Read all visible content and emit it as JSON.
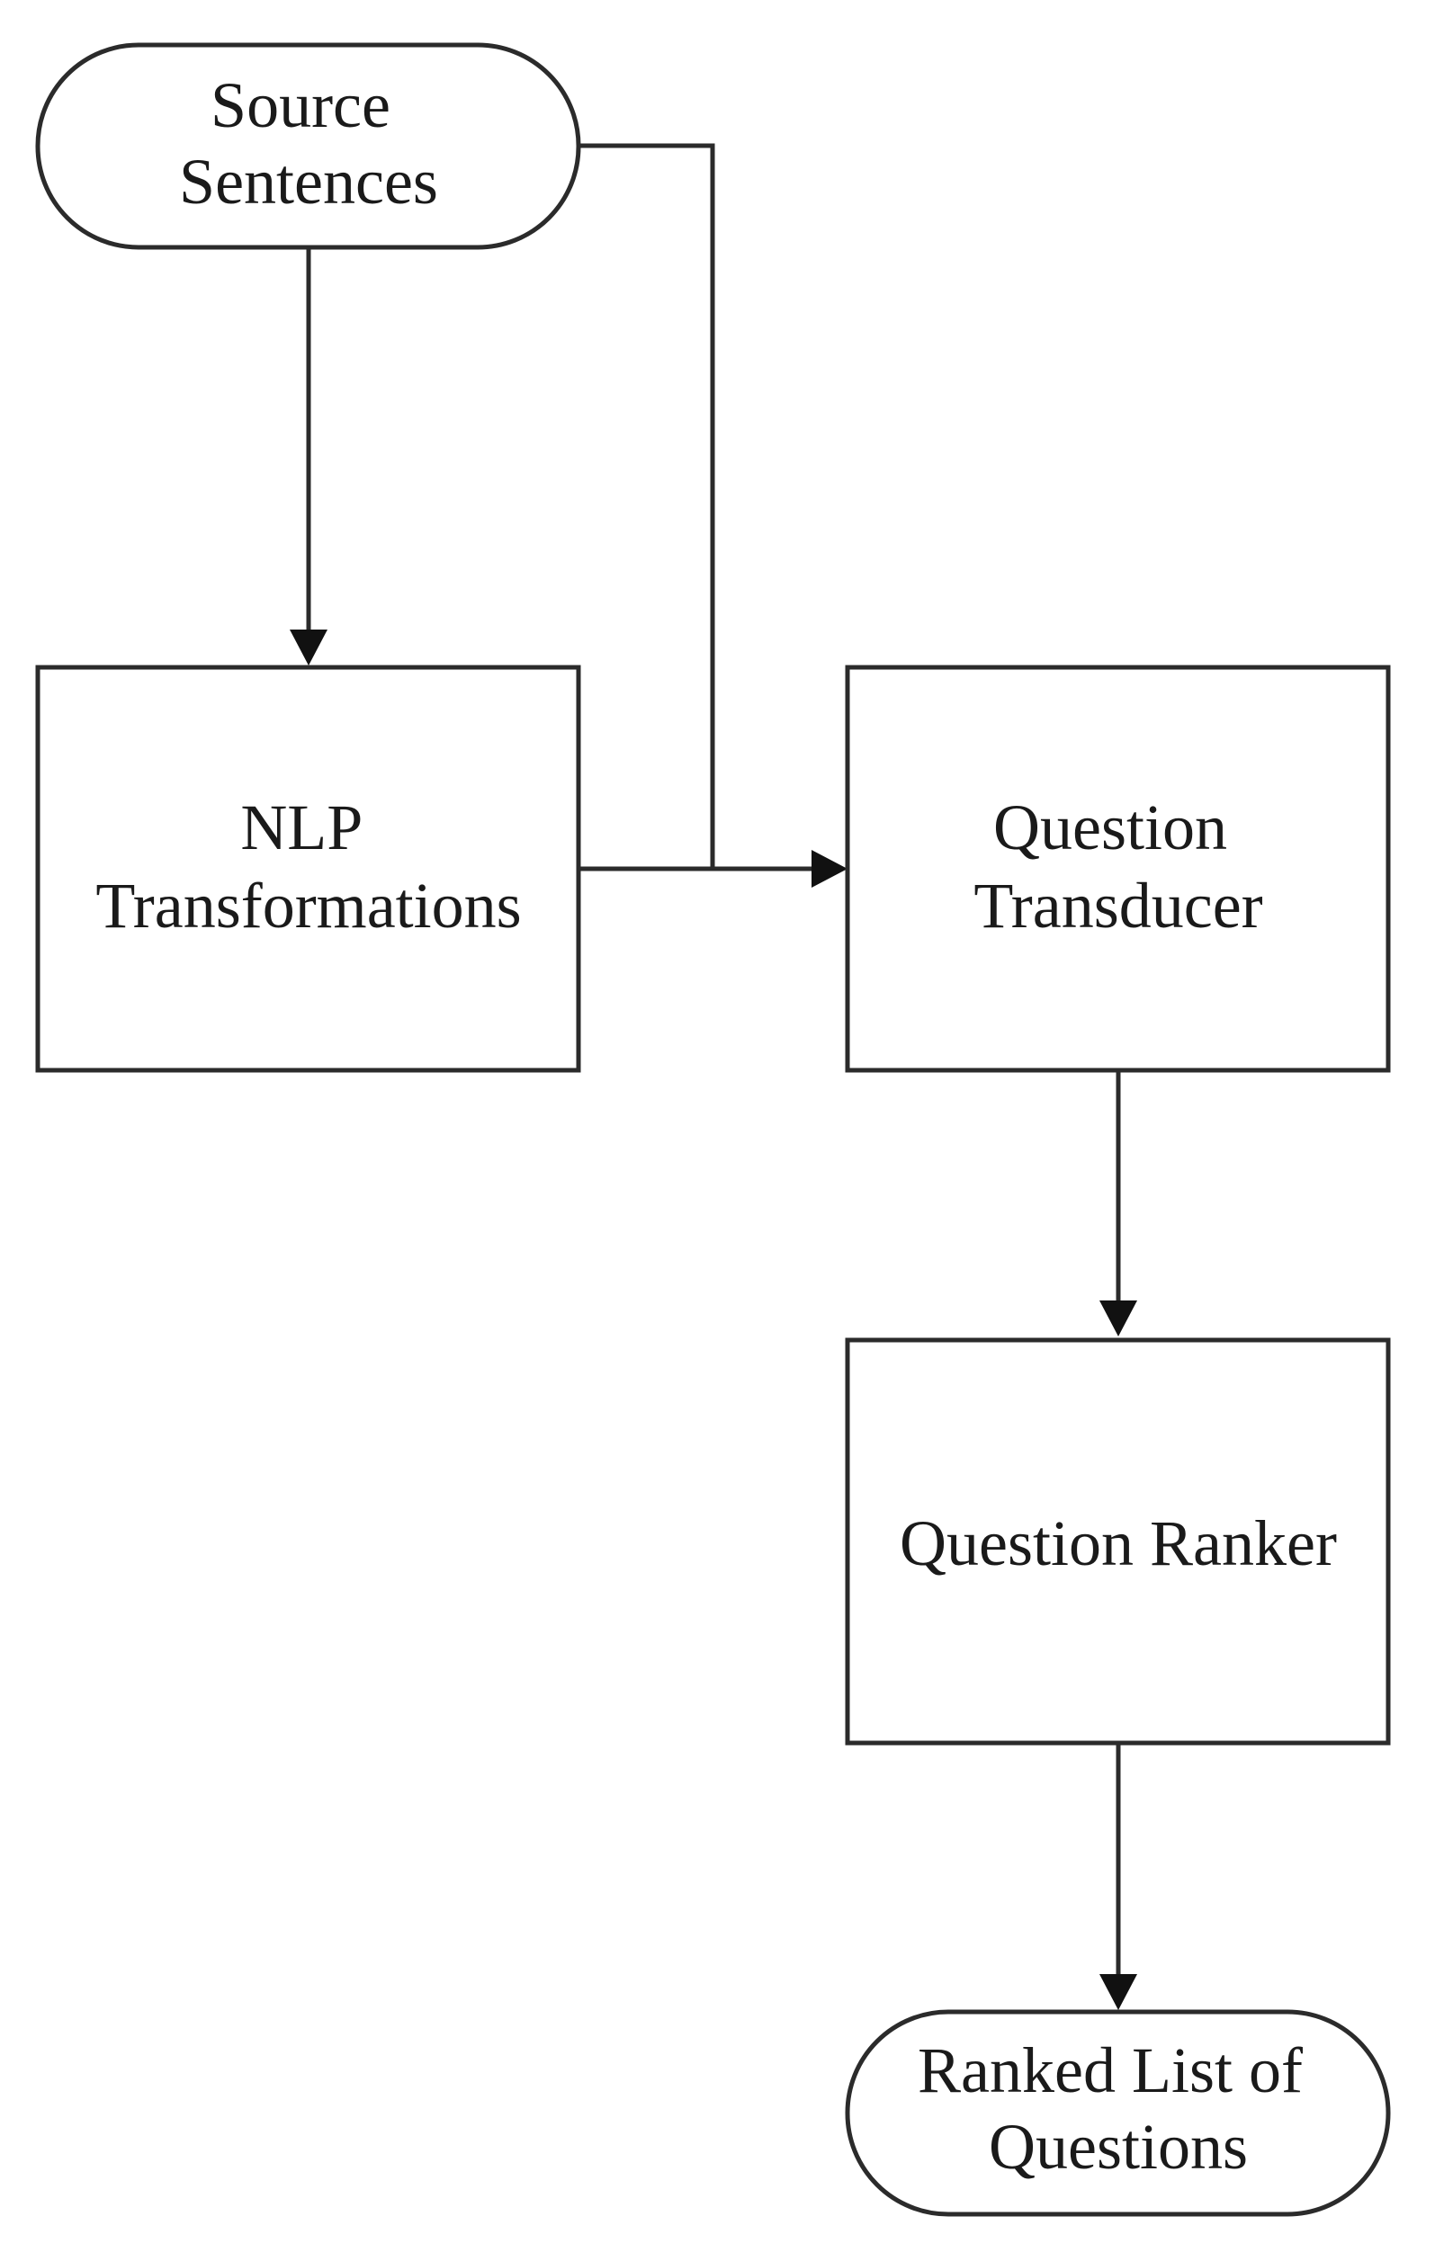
{
  "nodes": {
    "source": {
      "lines": [
        "Source",
        "Sentences"
      ]
    },
    "nlp": {
      "lines": [
        "NLP",
        "Transformations"
      ]
    },
    "transducer": {
      "lines": [
        "Question",
        "Transducer"
      ]
    },
    "ranker": {
      "lines": [
        "Question Ranker"
      ]
    },
    "output": {
      "lines": [
        "Ranked List of",
        "Questions"
      ]
    }
  }
}
